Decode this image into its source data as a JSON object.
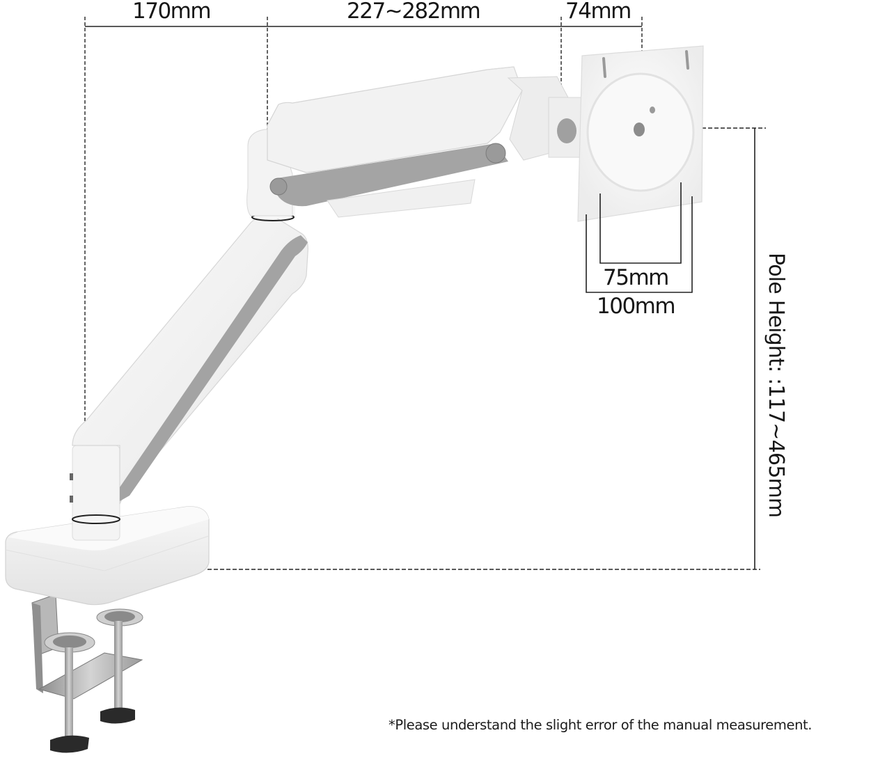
{
  "diagram": {
    "subject": "Single monitor arm with desk clamp",
    "dimensions": {
      "lower_arm_reach": "170mm",
      "upper_arm_reach": "227~282mm",
      "tilt_head_depth": "74mm",
      "vesa_small": "75mm",
      "vesa_large": "100mm",
      "pole_height": "Pole Height: :117~465mm"
    },
    "footnote": "*Please understand the slight error of the manual measurement.",
    "colors": {
      "background": "#ffffff",
      "arm_body": "#f1f1f1",
      "arm_shadow": "#dcdcdc",
      "gas_strut": "#9b9b9b",
      "clamp_metal": "#a8a8a8",
      "knob": "#2a2a2a",
      "dimension_line": "#222222"
    }
  }
}
